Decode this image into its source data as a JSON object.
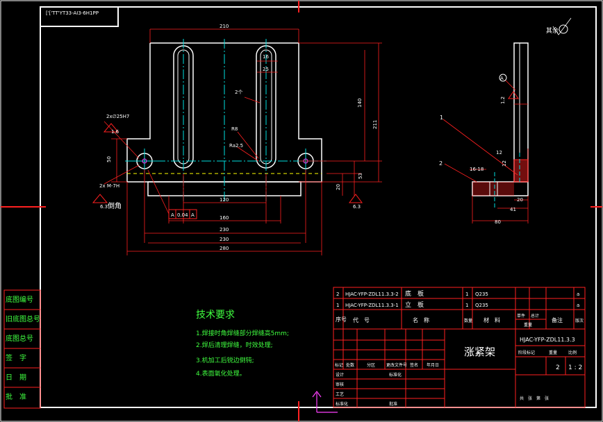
{
  "title_stamp": "['['TT'YT33-AI3-6H1PP",
  "surface_note": "其余",
  "dims": {
    "d210": "210",
    "d16": "16",
    "d25": "25",
    "d2x": "2个",
    "d140": "140",
    "d211": "211",
    "r8": "R8",
    "ra25": "Ra2.5",
    "hole_note": "2x∅25H7",
    "ra16": "1.6",
    "d50": "50",
    "thread_note": "2x M-7H",
    "ra63a": "6.3",
    "ra63b": "6.3",
    "chamfer": "倒角",
    "d20": "20",
    "d53": "53",
    "d120": "120",
    "tol_a": "A",
    "tol_val": "0.04",
    "tol_ref": "A",
    "d160": "160",
    "d230": "230",
    "d230b": "230",
    "d280": "280",
    "side_12": "12",
    "side_1_2": "1.2",
    "side_12b": "12",
    "side_16_18": "16-18",
    "side_20": "20",
    "side_41": "41",
    "side_80": "80",
    "callout_1": "1",
    "callout_2": "2",
    "callout_a": "A"
  },
  "requirements": {
    "heading": "技术要求",
    "items": [
      "1.焊接时角焊缝部分焊缝高5mm;",
      "2.焊后清理焊缝，时效处理;",
      "3.机加工后锐边倒钝;",
      "4.表面氧化处理。"
    ]
  },
  "side_labels": [
    "底图编号",
    "旧底图总号",
    "底图总号",
    "签　字",
    "日　期",
    "批　准"
  ],
  "bom": {
    "rows": [
      {
        "no": "2",
        "code": "HJAC-YFP-ZDL11.3.3-2",
        "name": "底　板",
        "qty": "1",
        "mat": "Q235",
        "note": "a"
      },
      {
        "no": "1",
        "code": "HJAC-YFP-ZDL11.3.3-1",
        "name": "立　板",
        "qty": "1",
        "mat": "Q235",
        "note": "a"
      }
    ],
    "header": {
      "no": "序号",
      "code": "代　号",
      "name": "名　称",
      "qty": "数量",
      "mat": "材　料",
      "unit": "单件",
      "total": "总计",
      "weight": "重量",
      "remark": "备注",
      "ver": "版次"
    }
  },
  "title_block": {
    "part_name": "涨紧架",
    "drawing_no": "HJAC-YFP-ZDL11.3.3",
    "stage": "阶段标记",
    "weight": "重量",
    "scale": "比例",
    "scale_val": "1 : 2",
    "val_2": "2",
    "sheets": "共　张　第　张",
    "rev_labels": [
      "标记",
      "处数",
      "分区",
      "更改文件号",
      "签名",
      "年月日"
    ],
    "roles": [
      "设计",
      "审核",
      "工艺",
      "标准化",
      "批准"
    ],
    "sig": "标准化",
    "approve": "批准"
  },
  "colors": {
    "frame": "#ffffff",
    "part": "#ffffff",
    "dim": "#ff2020",
    "center": "#00e0e0",
    "text": "#ffffff",
    "green": "#40ff40",
    "magenta": "#ff40ff",
    "yellow": "#ffff00"
  }
}
